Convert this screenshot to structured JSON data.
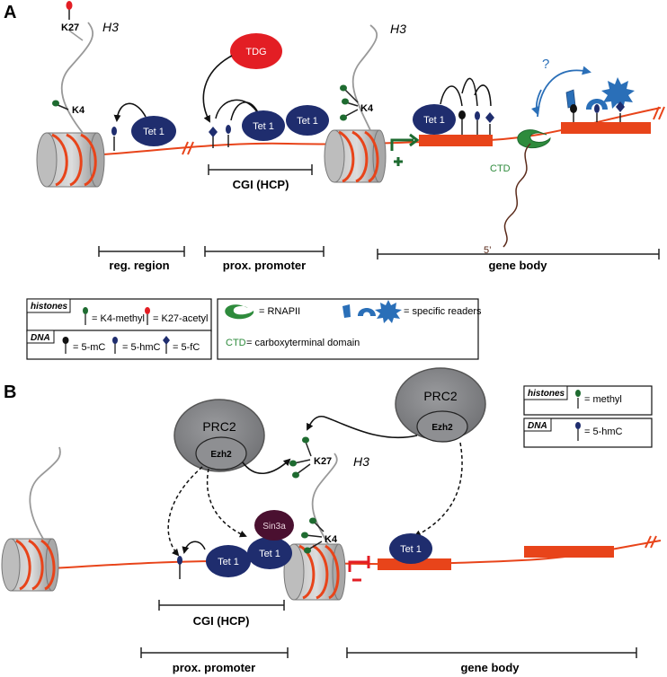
{
  "panel_a": {
    "label": "A",
    "h3_left": "H3",
    "h3_right": "H3",
    "k27": "K27",
    "k4_left": "K4",
    "k4_right": "K4",
    "tet_left": "Tet 1",
    "tet_mid1": "Tet 1",
    "tet_mid2": "Tet 1",
    "tet_right": "Tet 1",
    "tdg": "TDG",
    "cgi": "CGI (HCP)",
    "ctd": "CTD",
    "five_prime": "5’",
    "question": "?",
    "regions": {
      "reg": "reg. region",
      "prox": "prox. promoter",
      "gene": "gene body"
    },
    "legend": {
      "histones_title": "histones",
      "k4_methyl": "= K4-methyl",
      "k27_acetyl": "= K27-acetyl",
      "dna_title": "DNA",
      "mc": "= 5-mC",
      "hmc": "= 5-hmC",
      "fc": "= 5-fC",
      "rnapii": "= RNAPII",
      "readers": "= specific readers",
      "ctd_label": "CTD",
      "ctd_def": "= carboxyterminal domain"
    }
  },
  "panel_b": {
    "label": "B",
    "prc2_left": "PRC2",
    "prc2_right": "PRC2",
    "ezh2_left": "Ezh2",
    "ezh2_right": "Ezh2",
    "k27": "K27",
    "k4": "K4",
    "h3": "H3",
    "sin3a": "Sin3a",
    "tet_left": "Tet 1",
    "tet_mid": "Tet 1",
    "tet_right": "Tet 1",
    "cgi": "CGI (HCP)",
    "regions": {
      "prox": "prox. promoter",
      "gene": "gene body"
    },
    "legend": {
      "histones_title": "histones",
      "methyl": "= methyl",
      "dna_title": "DNA",
      "hmc": "= 5-hmC"
    }
  },
  "colors": {
    "dna": "#e8441a",
    "tet": "#1f2d6e",
    "tdg": "#e31e24",
    "k4_mark": "#1e6b30",
    "k27_acetyl_mark": "#e31e24",
    "rnapii": "#2e8b3c",
    "prc2": "#7f8083",
    "sin3a": "#4a1030",
    "reader": "#2a6fb8",
    "inhibit": "#e31e24"
  }
}
